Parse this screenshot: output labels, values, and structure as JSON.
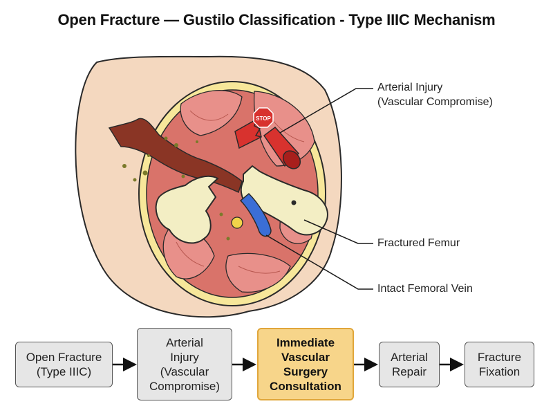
{
  "title": "Open Fracture — Gustilo Classification - Type IIIC Mechanism",
  "sign_text": "STOP",
  "callouts": {
    "arterial": [
      "Arterial Injury",
      "(Vascular Compromise)"
    ],
    "femur": [
      "Fractured Femur"
    ],
    "vein": [
      "Intact Femoral Vein"
    ]
  },
  "flow": [
    {
      "lines": [
        "Open Fracture",
        "(Type IIIC)"
      ]
    },
    {
      "lines": [
        "Arterial",
        "Injury",
        "(Vascular",
        "Compromise)"
      ]
    },
    {
      "lines": [
        "Immediate",
        "Vascular",
        "Surgery",
        "Consultation"
      ]
    },
    {
      "lines": [
        "Arterial",
        "Repair"
      ]
    },
    {
      "lines": [
        "Fracture",
        "Fixation"
      ]
    }
  ],
  "colors": {
    "skin": "#f4d8bf",
    "fat": "#f7e79a",
    "muscle": "#d9736a",
    "muscle_light": "#e8908a",
    "bone": "#f3eec4",
    "artery": "#d8322e",
    "vein": "#3b6ed6",
    "wound": "#8a3525",
    "highlight_fill": "#f7d58a",
    "highlight_border": "#e0a63a",
    "box_fill": "#e6e6e6"
  }
}
